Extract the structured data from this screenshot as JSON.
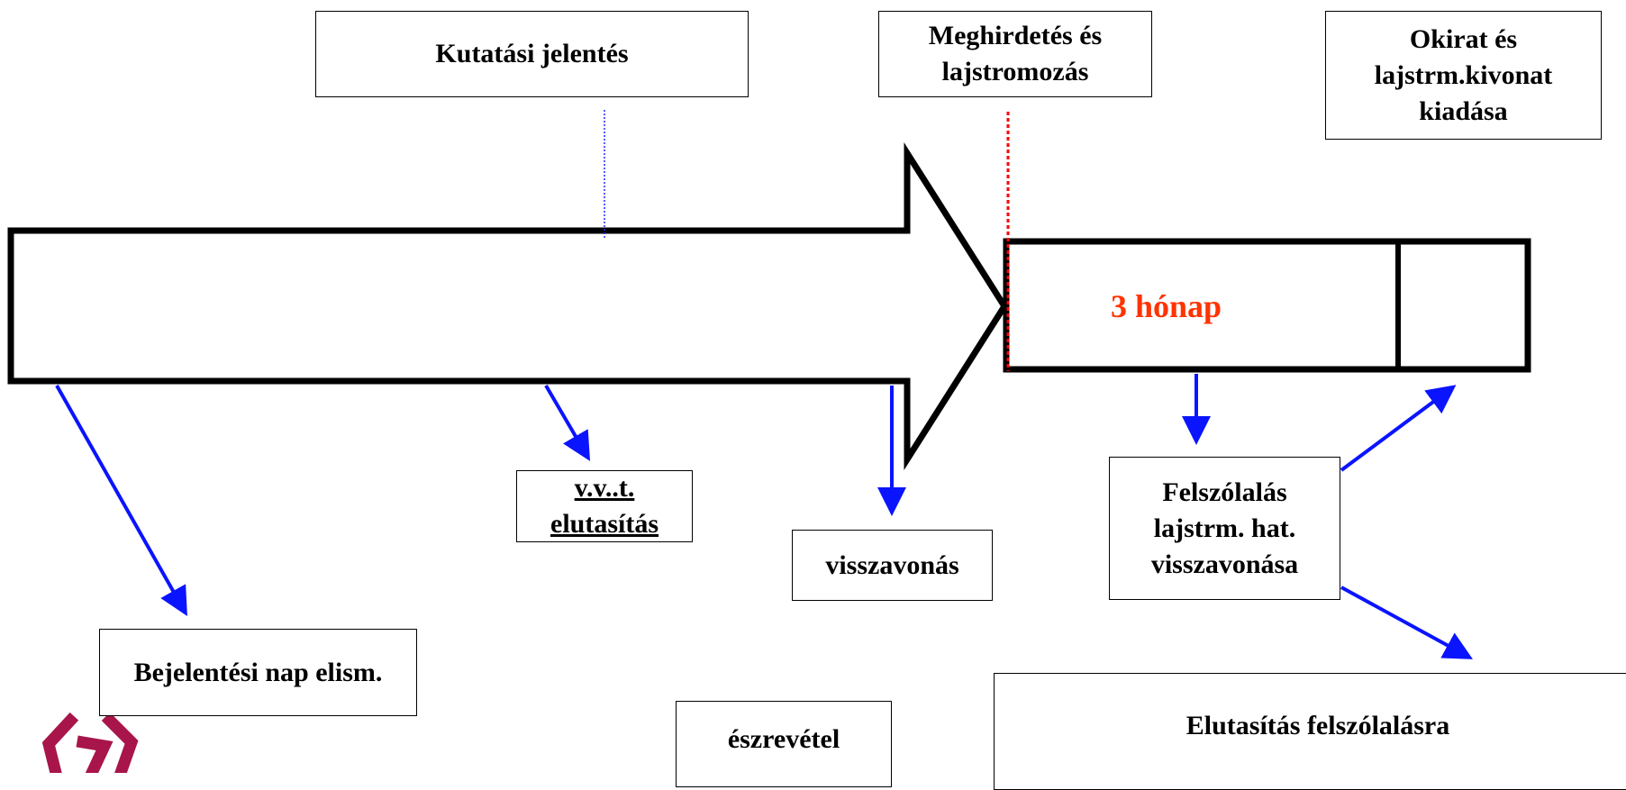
{
  "colors": {
    "arrow_connector": "#0a14ff",
    "period_text": "#ff3300",
    "red_divider": "#ff0000",
    "blue_divider": "#1a28ff",
    "logo": "#a8154a"
  },
  "boxes": {
    "kutatasi_jelentes": "Kutatási jelentés",
    "meghirdetes": "Meghirdetés és\nlajstromozás",
    "okirat": "Okirat és\nlajstrm.kivonat\nkiadása",
    "vvt_elutasitas": "v.v..t.\nelutasítás",
    "visszavonas": "visszavonás",
    "felszolalas": "Felszólalás\nlajstrm. hat.\nvisszavonása",
    "bejelentesi_nap": "Bejelentési nap elism.",
    "eszrevetel": "észrevétel",
    "elutasitas_felszolalasra": "Elutasítás felszólalásra"
  },
  "period": {
    "label": "3 hónap"
  },
  "icons": {
    "logo": "office-logo-icon"
  }
}
